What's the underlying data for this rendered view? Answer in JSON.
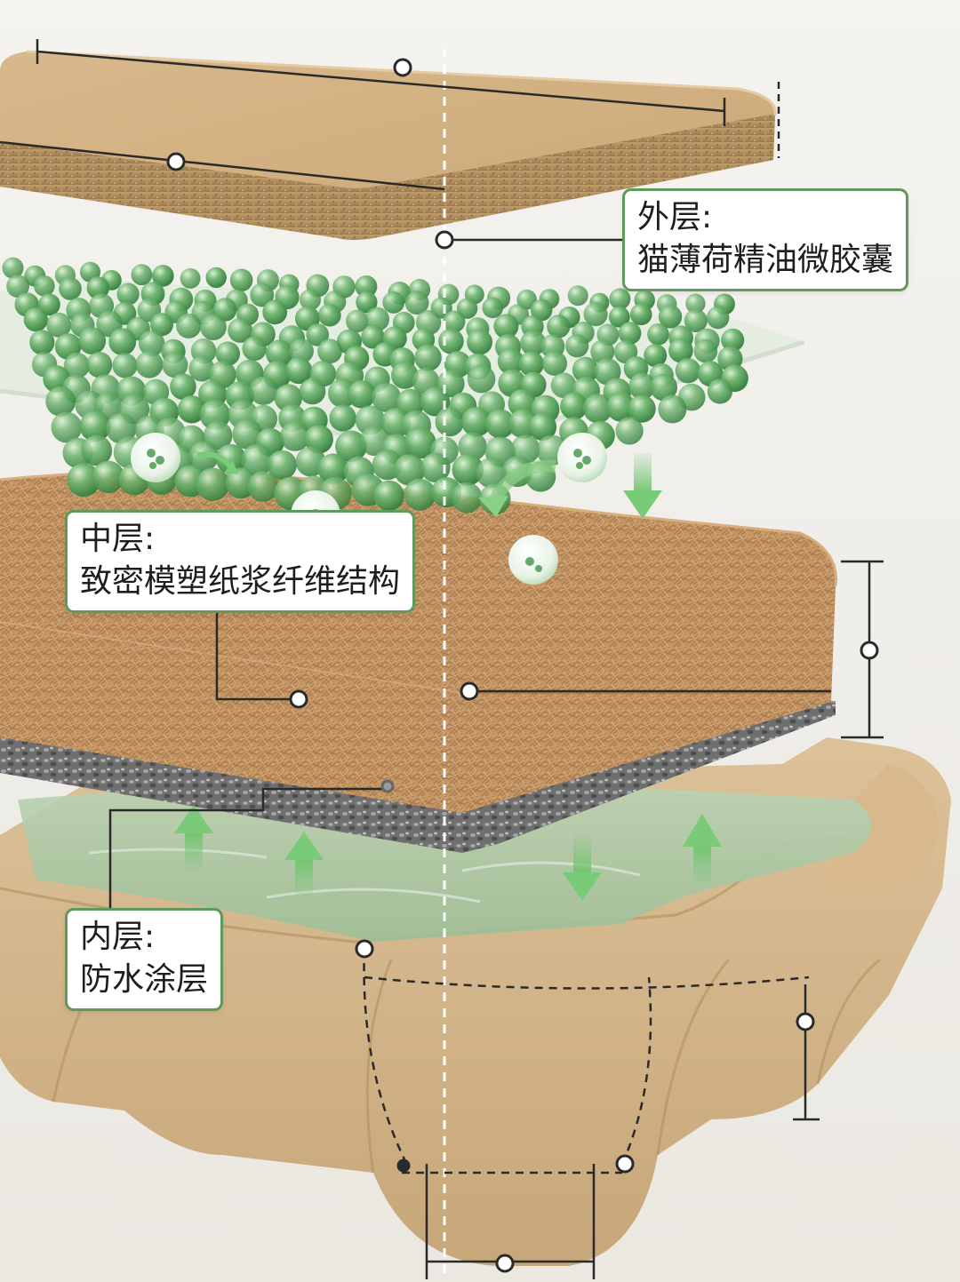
{
  "labels": {
    "outer": {
      "title": "外层:",
      "desc": "猫薄荷精油微胶囊"
    },
    "middle": {
      "title": "中层:",
      "desc": "致密模塑纸浆纤维结构"
    },
    "inner": {
      "title": "内层:",
      "desc": "防水涂层"
    }
  },
  "colors": {
    "accent": "#5e9a5a",
    "paper": "#c9a675",
    "fiber": "#b8895a",
    "bead": "#4e9a55",
    "foam": "#7d7d7d",
    "water": "#aac7a8"
  }
}
